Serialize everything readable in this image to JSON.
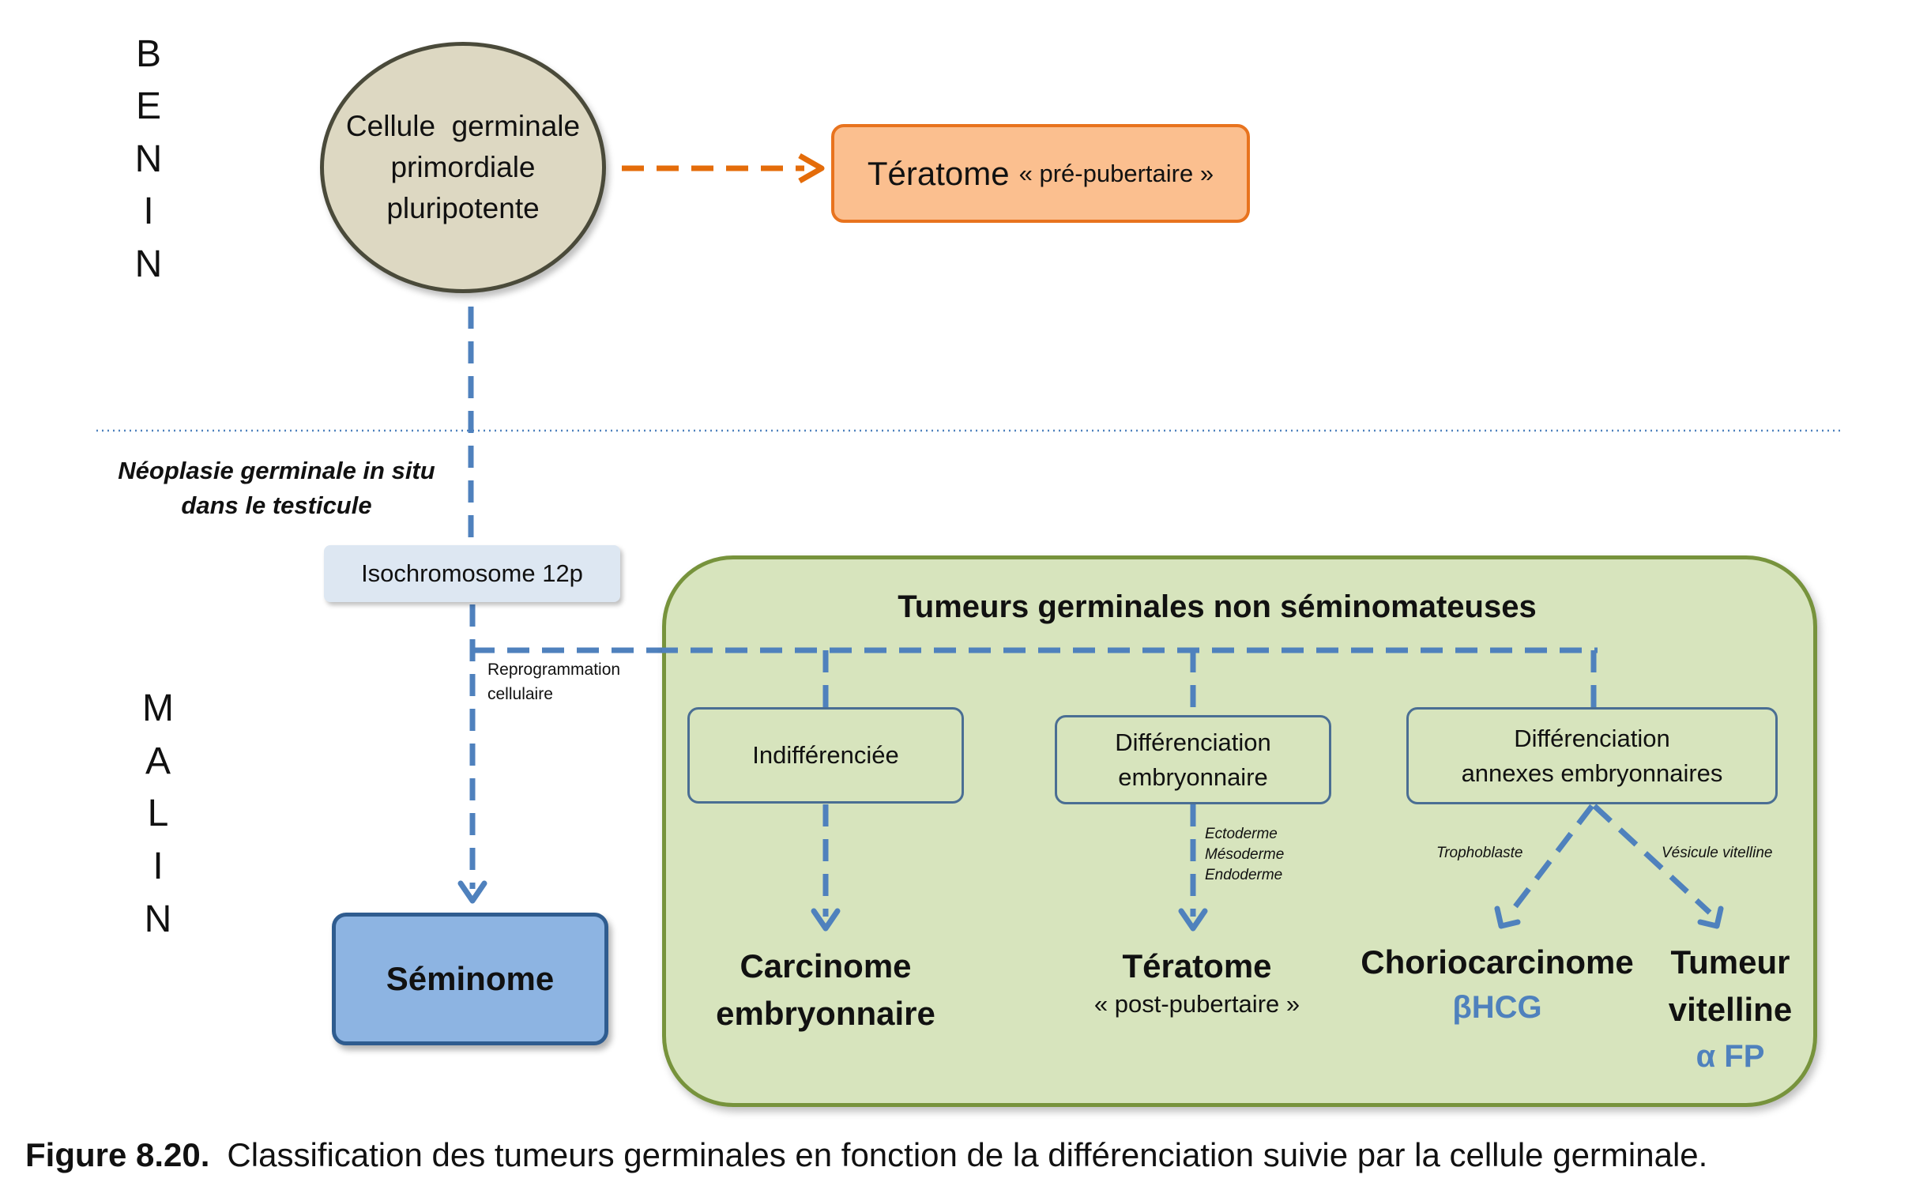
{
  "side_labels": {
    "benin": [
      "B",
      "E",
      "N",
      "I",
      "N"
    ],
    "malin": [
      "M",
      "A",
      "L",
      "I",
      "N"
    ]
  },
  "cell": {
    "line1": "Cellule  germinale",
    "line2": "primordiale",
    "line3": "pluripotente"
  },
  "teratome_pre": {
    "main": "Tératome",
    "sub": "« pré-pubertaire »"
  },
  "zone_label": {
    "line1": "Néoplasie germinale in situ",
    "line2": "dans le testicule"
  },
  "isochromosome": "Isochromosome 12p",
  "reprogrammation": {
    "line1": "Reprogrammation",
    "line2": "cellulaire"
  },
  "seminome": "Séminome",
  "non_seminomateuses": {
    "title": "Tumeurs germinales non séminomateuses",
    "branches": {
      "indiff": {
        "box": "Indifférenciée",
        "out1": "Carcinome",
        "out2": "embryonnaire"
      },
      "embryo": {
        "box1": "Différenciation",
        "box2": "embryonnaire",
        "layers": [
          "Ectoderme",
          "Mésoderme",
          "Endoderme"
        ],
        "out": "Tératome",
        "out_sub": "« post-pubertaire »"
      },
      "annexes": {
        "box1": "Différenciation",
        "box2": "annexes embryonnaires",
        "left_label": "Trophoblaste",
        "right_label": "Vésicule vitelline",
        "chorio": "Choriocarcinome",
        "chorio_marker": "βHCG",
        "vitel1": "Tumeur",
        "vitel2": "vitelline",
        "vitel_marker": "α FP"
      }
    }
  },
  "caption": {
    "number": "Figure 8.20.",
    "text": "Classification des tumeurs germinales en fonction de la différenciation suivie par la cellule germinale."
  },
  "colors": {
    "orange_arrow": "#e46c0a",
    "blue_arrow": "#4f81bd",
    "green_fill": "#d7e4bd",
    "seminome_fill": "#8db4e2"
  }
}
